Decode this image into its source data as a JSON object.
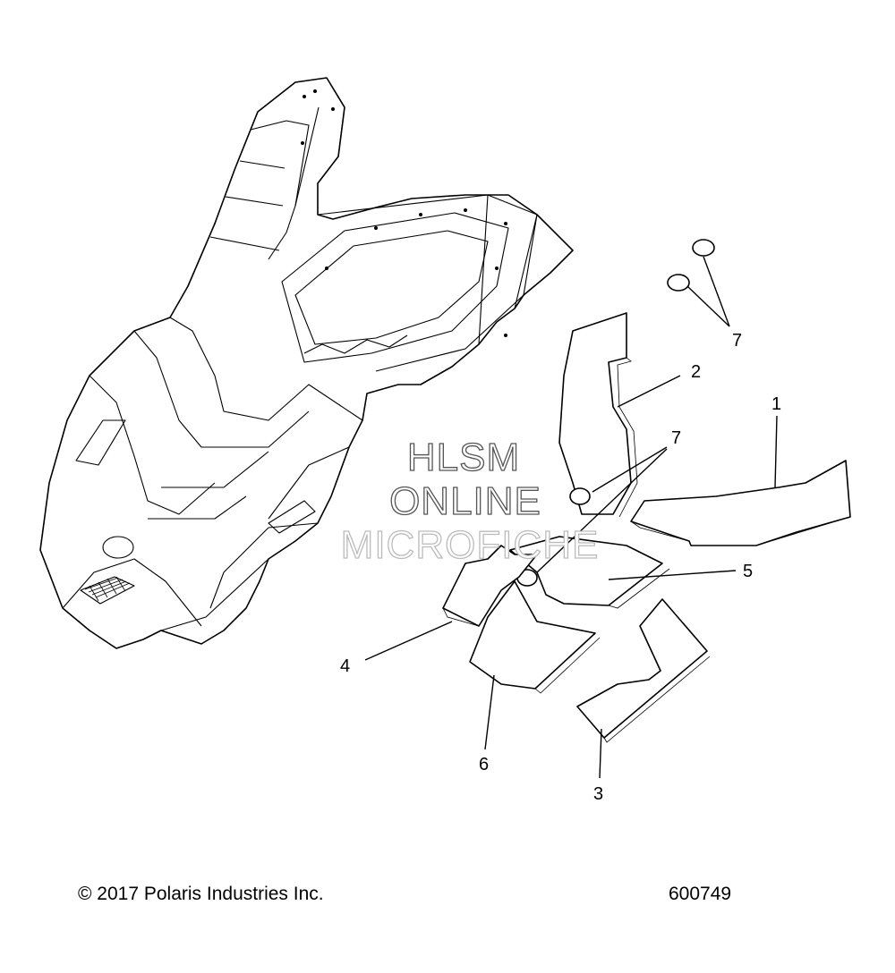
{
  "watermark": [
    "HLSM",
    "ONLINE",
    "MICROFICHE"
  ],
  "callouts": [
    {
      "id": "c1",
      "label": "1"
    },
    {
      "id": "c2",
      "label": "2"
    },
    {
      "id": "c3",
      "label": "3"
    },
    {
      "id": "c4",
      "label": "4"
    },
    {
      "id": "c5",
      "label": "5"
    },
    {
      "id": "c6",
      "label": "6"
    },
    {
      "id": "c7a",
      "label": "7"
    },
    {
      "id": "c7b",
      "label": "7"
    }
  ],
  "footer": {
    "copyright": "© 2017 Polaris Industries Inc.",
    "diagram_number": "600749"
  }
}
